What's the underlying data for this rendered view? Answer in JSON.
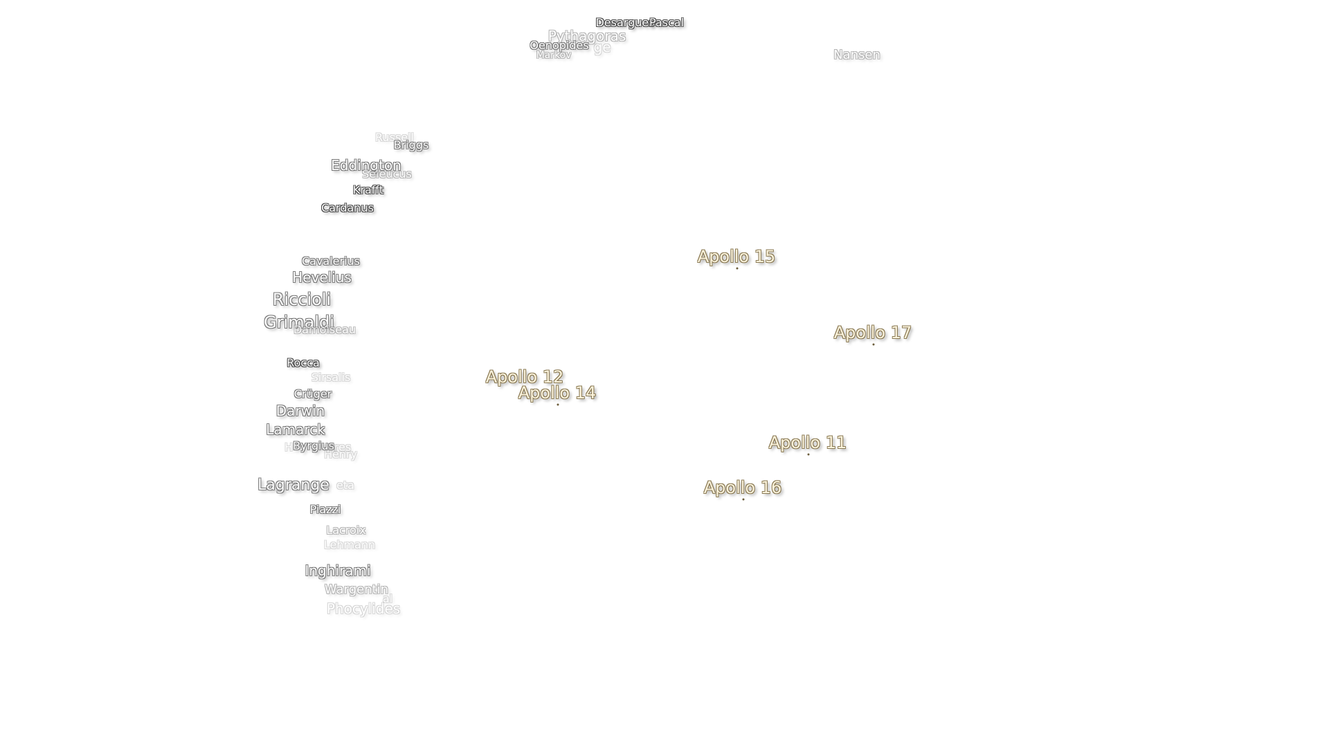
{
  "colors": {
    "background": "#ffffff",
    "crater_fill": "#ffffff",
    "crater_outline": "#777777",
    "apollo_fill": "#fbf3dc",
    "apollo_outline": "#8a7a55"
  },
  "craters": {
    "desargues": "Desargues",
    "pascal": "Pascal",
    "pythagoras": "Pythagoras",
    "oenopides": "Oenopides",
    "markov": "Markov",
    "hidden_ge": "ge",
    "nansen": "Nansen",
    "russell": "Russell",
    "briggs": "Briggs",
    "eddington": "Eddington",
    "seleucus": "Seleucus",
    "krafft": "Krafft",
    "cardanus": "Cardanus",
    "cavalerius": "Cavalerius",
    "hevelius": "Hevelius",
    "riccioli": "Riccioli",
    "grimaldi": "Grimaldi",
    "damoiseau": "Damoiseau",
    "rocca": "Rocca",
    "sirsalis": "Sirsalis",
    "cruger": "Crüger",
    "darwin": "Darwin",
    "lamarck": "Lamarck",
    "byrgius": "Byrgius",
    "henry": "Henry",
    "hidden_h": "H",
    "hidden_res": "res",
    "lagrange": "Lagrange",
    "hidden_eta": "eta",
    "piazzi": "Piazzi",
    "lacroix": "Lacroix",
    "lehmann": "Lehmann",
    "inghirami": "Inghirami",
    "wargentin": "Wargentin",
    "phocylides": "Phocylides",
    "hidden_al": "al"
  },
  "apollo_sites": [
    {
      "key": "a15",
      "label": "Apollo 15"
    },
    {
      "key": "a17",
      "label": "Apollo 17"
    },
    {
      "key": "a12",
      "label": "Apollo 12"
    },
    {
      "key": "a14",
      "label": "Apollo 14"
    },
    {
      "key": "a11",
      "label": "Apollo 11"
    },
    {
      "key": "a16",
      "label": "Apollo 16"
    }
  ]
}
